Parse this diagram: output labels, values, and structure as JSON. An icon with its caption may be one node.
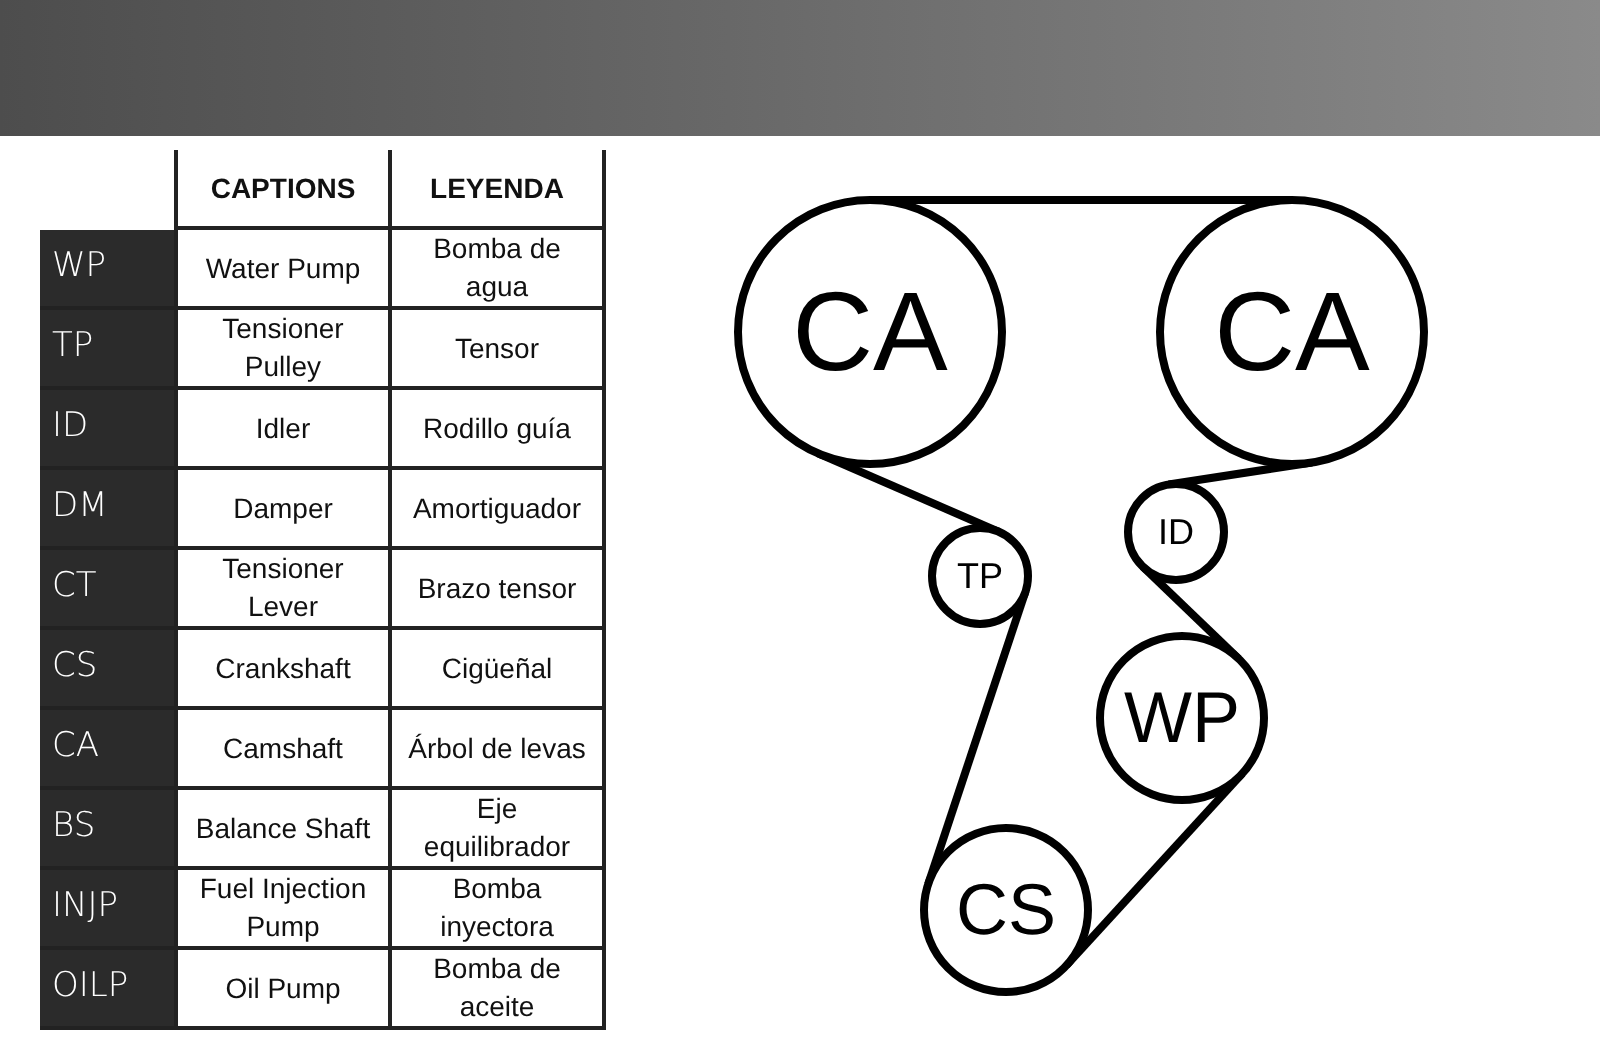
{
  "diagram": {
    "nodes": [
      {
        "text": [
          "CA"
        ]
      },
      {
        "text": [
          "CA"
        ]
      },
      {
        "text": [
          "TP"
        ]
      },
      {
        "text": [
          "ID"
        ]
      },
      {
        "text": [
          "WP"
        ]
      },
      {
        "text": [
          "CS"
        ]
      }
    ],
    "edges": [
      {
        "from": 0,
        "to": 1,
        "arrow": "none"
      },
      {
        "from": 1,
        "to": 3,
        "arrow": "none"
      },
      {
        "from": 3,
        "to": 4,
        "arrow": "none"
      },
      {
        "from": 4,
        "to": 5,
        "arrow": "none"
      },
      {
        "from": 5,
        "to": 2,
        "arrow": "none"
      },
      {
        "from": 2,
        "to": 0,
        "arrow": "none"
      }
    ],
    "labels": [
      "CAPTIONS",
      "LEYENDA",
      "WP",
      "Water Pump",
      "Bomba de agua",
      "TP",
      "Tensioner Pulley",
      "Tensor",
      "ID",
      "Idler",
      "Rodillo guía",
      "DM",
      "Damper",
      "Amortiguador",
      "CT",
      "Tensioner Lever",
      "Brazo tensor",
      "CS",
      "Crankshaft",
      "Cigüeñal",
      "CA",
      "Camshaft",
      "Árbol de levas",
      "BS",
      "Balance Shaft",
      "Eje equilibrador",
      "INJP",
      "Fuel Injection Pump",
      "Bomba inyectora",
      "OILP",
      "Oil Pump",
      "Bomba de aceite"
    ]
  }
}
